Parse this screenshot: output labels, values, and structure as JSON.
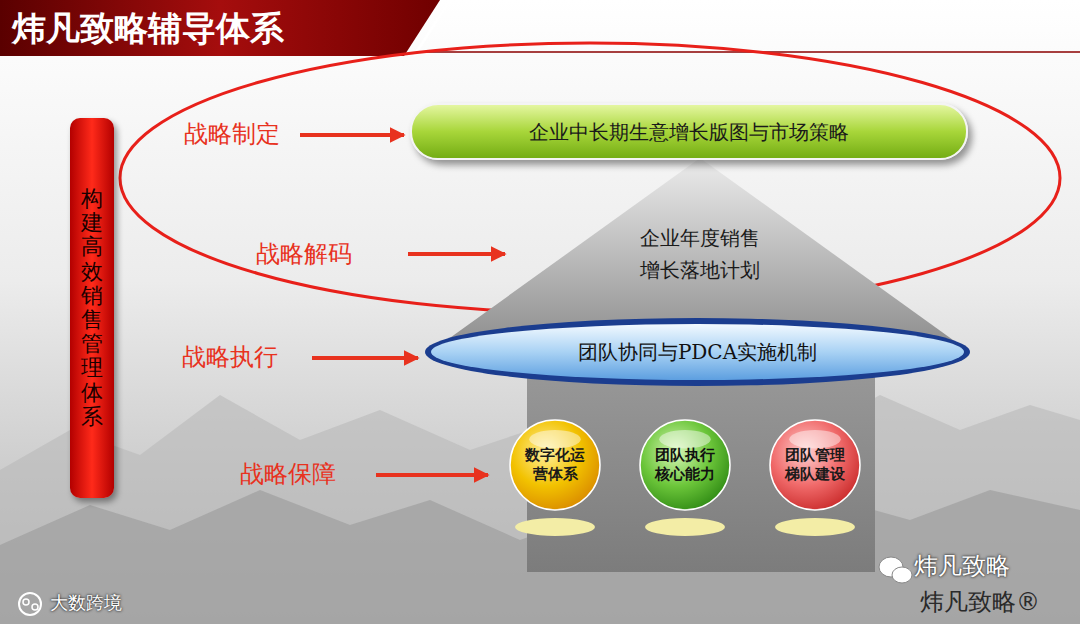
{
  "diagram": {
    "title": "炜凡致略辅导体系",
    "nodes": [
      {
        "text": [
          "构建高效销售管理体系"
        ]
      },
      {
        "text": [
          "企业中长期生意增长版图与市场策略"
        ]
      },
      {
        "text": [
          "企业年度销售 增长落地计划"
        ]
      },
      {
        "text": [
          "团队协同与PDCA实施机制"
        ]
      },
      {
        "text": [
          "数字化运营体系"
        ]
      },
      {
        "text": [
          "团队执行核心能力"
        ]
      },
      {
        "text": [
          "团队管理梯队建设"
        ]
      }
    ],
    "labels": [
      "战略制定",
      "战略解码",
      "战略执行",
      "战略保障",
      "大数跨境",
      "炜凡致略",
      "炜凡致略®"
    ]
  }
}
